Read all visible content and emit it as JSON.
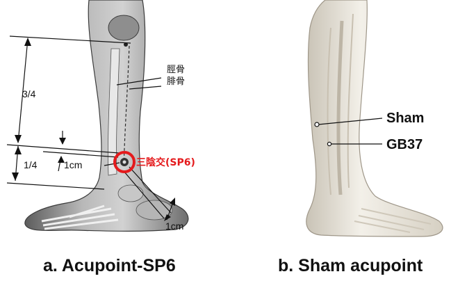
{
  "panel_a": {
    "tibia_label": "脛骨",
    "fibula_label": "腓骨",
    "ratio_upper": "3/4",
    "ratio_lower": "1/4",
    "dist_vertical": "1cm",
    "dist_horizontal": "1cm",
    "point_label": "三陰交(SP6)",
    "caption": "a. Acupoint-SP6"
  },
  "panel_b": {
    "sham_label": "Sham",
    "gb37_label": "GB37",
    "caption": "b. Sham acupoint"
  },
  "colors": {
    "highlight": "#e41a1c",
    "ink": "#111111",
    "leg_a": "#9a9a9a",
    "leg_b": "#ece8df"
  }
}
